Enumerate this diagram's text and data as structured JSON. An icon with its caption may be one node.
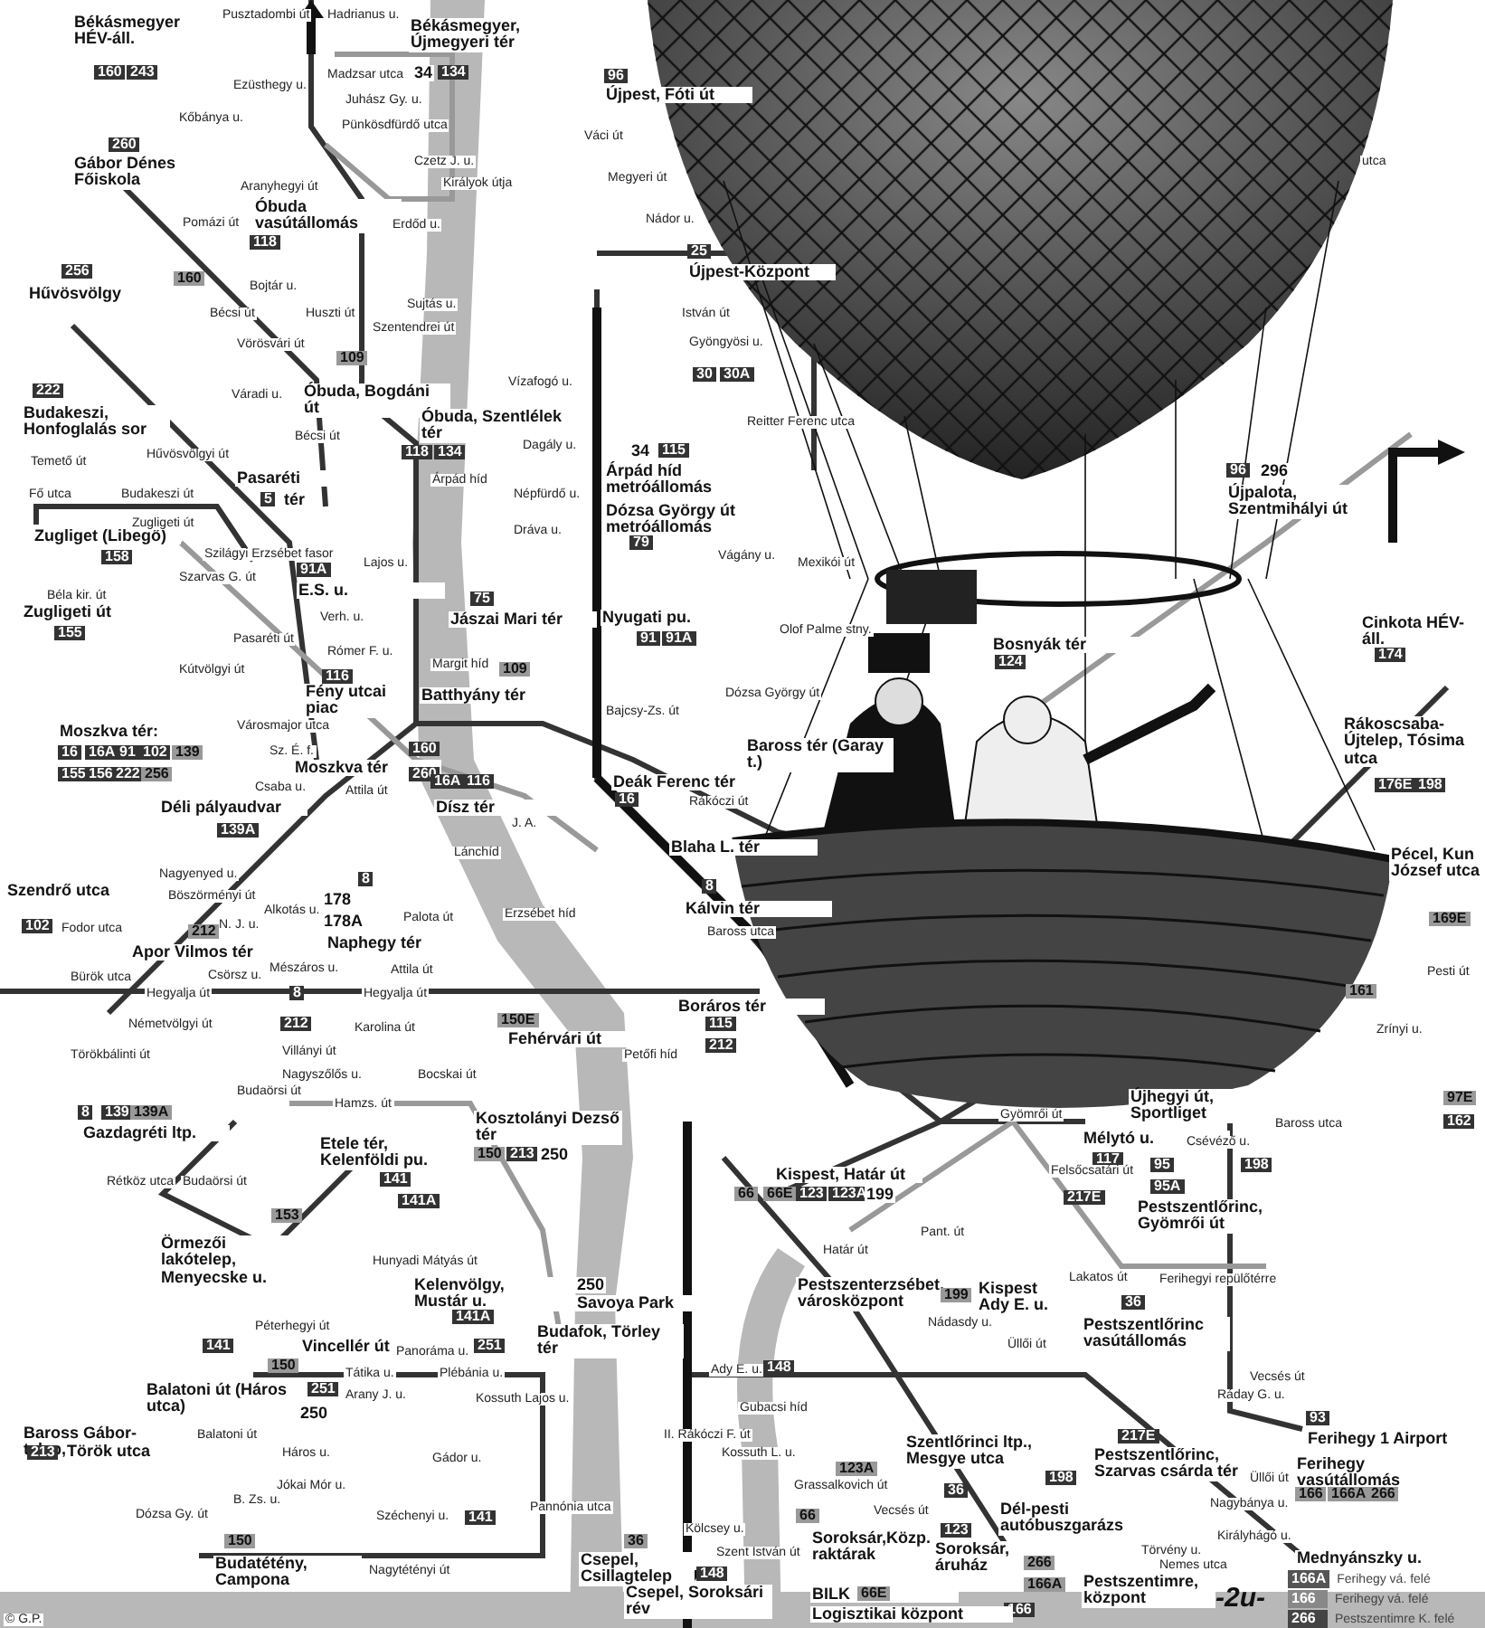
{
  "diagram": {
    "labels": [
      "Békásmegyer HÉV-áll.",
      "160",
      "243",
      "Pusztadombi út",
      "Hadrianus u.",
      "Békásmegyer, Újmegyeri tér",
      "34",
      "134",
      "Ezüsthegy u.",
      "Madzsar utca",
      "Juhász Gy. u.",
      "Kőbánya u.",
      "Pünkösdfürdő utca",
      "Czetz J. u.",
      "Királyok útja",
      "260",
      "Gábor Dénes Főiskola",
      "Pomázi út",
      "Aranyhegyi út",
      "Óbuda vasútállomás",
      "118",
      "Bojtár u.",
      "Erdőd u.",
      "Sujtás u.",
      "256",
      "Hűvösvölgy",
      "160",
      "Bécsi út",
      "Huszti út",
      "Vörösvári út",
      "Szentendrei út",
      "109",
      "Óbuda, Bogdáni út",
      "Óbuda, Szentlélek tér",
      "118",
      "134",
      "Váradi u.",
      "Bécsi út",
      "Hűvösvölgyi út",
      "222",
      "Budakeszi, Honfoglalás sor",
      "Temető út",
      "Fő utca",
      "Budakeszi út",
      "Pasaréti",
      "5",
      "tér",
      "Árpád híd",
      "Zugliget (Libegő)",
      "158",
      "Zugligeti út",
      "Béla kir. út",
      "91A",
      "E.S. u.",
      "Zugligeti út",
      "155",
      "Szarvas G. út",
      "Szilágyi Erzsébet fasor",
      "Pasaréti út",
      "Lajos u.",
      "Verh. u.",
      "75",
      "Jászai Mari tér",
      "Rómer F. u.",
      "Margit híd",
      "109",
      "116",
      "Fény utcai piac",
      "Kútvölgyi út",
      "Batthyány tér",
      "Moszkva tér:",
      "16",
      "16A",
      "91",
      "102",
      "139",
      "155",
      "156",
      "222",
      "256",
      "Városmajor utca",
      "Sz. É. f.",
      "Csaba u.",
      "Moszkva tér",
      "160",
      "260",
      "Déli pályaudvar",
      "139A",
      "Attila út",
      "16A",
      "116",
      "Dísz tér",
      "J. A.",
      "Nagyenyed u.",
      "Böszörményi út",
      "N. J. u.",
      "Szendrő utca",
      "102",
      "Fodor utca",
      "Bürök utca",
      "Apor Vilmos tér",
      "212",
      "Csörsz u.",
      "Alkotás u.",
      "8",
      "Lánchíd",
      "Palota út",
      "Erzsébet híd",
      "178",
      "178A",
      "Naphegy tér",
      "Mészáros u.",
      "Attila út",
      "Hegyalja út",
      "8",
      "Hegyalja út",
      "Németvölgyi út",
      "Törökbálinti út",
      "212",
      "Karolina út",
      "Villányi út",
      "Nagyszőlős u.",
      "Bocskai út",
      "150E",
      "Fehérvári út",
      "Budaörsi út",
      "8",
      "139",
      "139A",
      "Gazdagréti ltp.",
      "Rétköz utca",
      "Budaörsi út",
      "Hamzs. út",
      "Kosztolányi Dezső tér",
      "150",
      "213",
      "250",
      "Etele tér, Kelenföldi pu.",
      "141",
      "141A",
      "Örmezői lakótelep, Menyecske u.",
      "153",
      "Hunyadi Mátyás út",
      "Kelenvölgy, Mustár u.",
      "141A",
      "250",
      "Savoya Park",
      "Péterhegyi út",
      "Vincellér út",
      "Panoráma u.",
      "251",
      "Budafok, Törley tér",
      "150",
      "141",
      "Balatoni út (Háros utca)",
      "Tátika u.",
      "Plébánia u.",
      "251",
      "Arany J. u.",
      "Kossuth Lajos u.",
      "250",
      "Baross Gábor-telep,",
      "213",
      "Török utca",
      "Balatoni út",
      "Háros u.",
      "Gádor u.",
      "B. Zs. u.",
      "Jókai Mór u.",
      "Széchenyi u.",
      "141",
      "Pannónia utca",
      "150",
      "Budatétény, Campona",
      "Nagytétényi út",
      "Dózsa Gy. út",
      "© G.P.",
      "Ady E. u.",
      "Gubacsi híd",
      "II. Rákóczi F. út",
      "Kossuth L. u.",
      "Szent István út",
      "36",
      "Csepel, Csillagtelep",
      "Kölcsey u.",
      "148",
      "Csepel, Soroksári rév",
      "148",
      "96",
      "Újpest, Fóti út",
      "Váci út",
      "Megyeri út",
      "Nádor u.",
      "25",
      "Újpest-Központ",
      "István út",
      "Gyöngyösi u.",
      "30",
      "30A",
      "Reitter Ferenc utca",
      "Vízafogó u.",
      "Dagály u.",
      "Népfürdő u.",
      "Dráva u.",
      "34",
      "115",
      "Árpád híd metróállomás",
      "Dózsa György út metróállomás",
      "79",
      "utca",
      "96",
      "296",
      "Újpalota, Szentmihályi út",
      "Nyugati pu.",
      "91",
      "91A",
      "Mexikói út",
      "Vágány u.",
      "Olof Palme stny.",
      "Dózsa György út",
      "Bajcsy-Zs. út",
      "Bosnyák tér",
      "124",
      "Deák Ferenc tér",
      "16",
      "Rákóczi út",
      "Baross tér (Garay t.)",
      "Blaha L. tér",
      "Kálvin tér",
      "8",
      "Baross utca",
      "Boráros tér",
      "115",
      "212",
      "Petőfi híd",
      "Cinkota HÉV-áll.",
      "174",
      "Rákoscsaba-Újtelep, Tósima utca",
      "176E",
      "198",
      "Pécel, Kun József utca",
      "169E",
      "Zrínyi u.",
      "Pesti út",
      "161",
      "97E",
      "162",
      "Újhegyi út, Sportliget",
      "Mélytó u.",
      "117",
      "Gyömrői út",
      "Kispest, Határ út",
      "66",
      "66E",
      "123",
      "123A",
      "199",
      "Határ út",
      "Pestszenterzsébet, városközpont",
      "Pant. út",
      "199",
      "Kispest Ady E. u.",
      "Nádasdy u.",
      "Üllői út",
      "Lakatos út",
      "36",
      "Pestszentlőrinc vasútállomás",
      "Ferihegyi repülőtérre",
      "Vecsés út",
      "217E",
      "95",
      "95A",
      "Pestszentlőrinc, Gyömrői út",
      "Felsőcsatári út",
      "Csévéző u.",
      "Baross utca",
      "198",
      "Ráday G. u.",
      "217E",
      "Pestszentlőrinc, Szarvas csárda tér",
      "93",
      "Ferihegy 1 Airport",
      "Ferihegy vasútállomás",
      "166",
      "166A",
      "266",
      "Szentlőrinci ltp., Mesgye utca",
      "123A",
      "36",
      "Dél-pesti autóbuszgarázs",
      "198",
      "Nagybánya u.",
      "Üllői út",
      "Vecsés út",
      "123",
      "Soroksár, áruház",
      "Törvény u.",
      "66",
      "Soroksár,Közp. raktárak",
      "266",
      "166A",
      "166",
      "Pestszentimre, központ",
      "Nemes utca",
      "Királyhágó u.",
      "Mednyánszky u.",
      "BILK",
      "66E",
      "Logisztikai központ",
      "Grassalkovich út",
      "-2u-",
      "166A",
      "166",
      "266"
    ],
    "legend": [
      {
        "text": "Ferihegy vá. felé",
        "color": "#555555"
      },
      {
        "text": "Ferihegy vá. felé",
        "color": "#888888"
      },
      {
        "text": "Pestszentimre K. felé",
        "color": "#444444"
      }
    ]
  }
}
